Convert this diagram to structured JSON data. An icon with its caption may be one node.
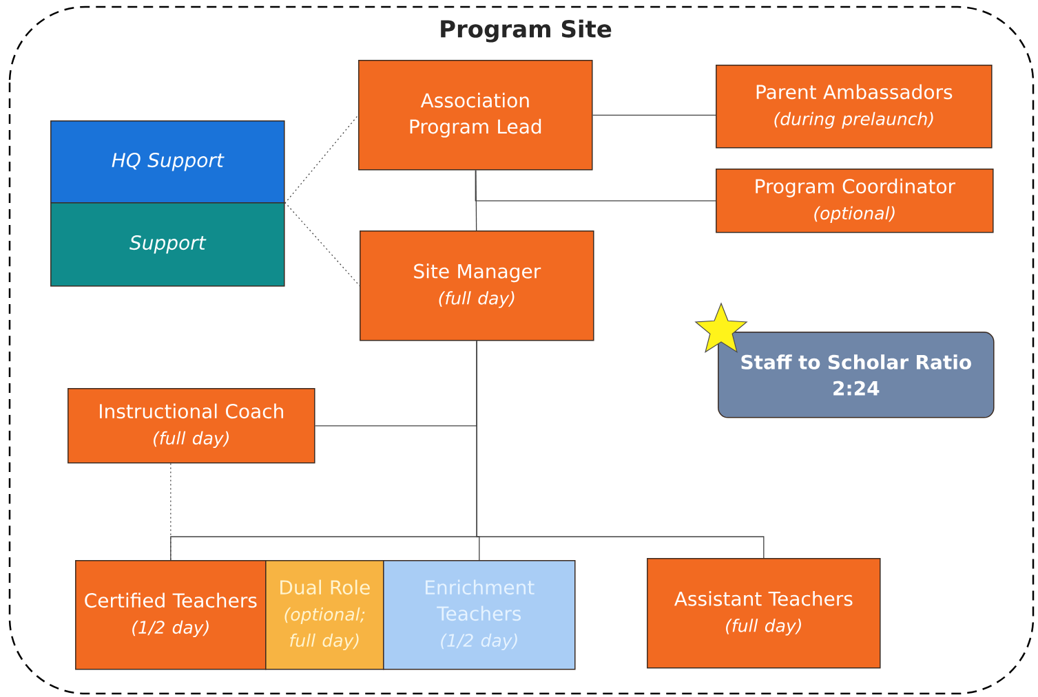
{
  "diagram": {
    "nodes": [
      {
        "text": [
          "Program Site"
        ]
      },
      {
        "text": [
          "Association Program Lead"
        ],
        "in": 0
      },
      {
        "text": [
          "Parent Ambassadors",
          "(during prelaunch)"
        ],
        "in": 0
      },
      {
        "text": [
          "HQ Support"
        ],
        "in": 0
      },
      {
        "text": [
          "Support"
        ],
        "in": 0
      },
      {
        "text": [
          "Program Coordinator",
          "(optional)"
        ],
        "in": 0
      },
      {
        "text": [
          "Site Manager",
          "(full day)"
        ],
        "in": 0
      },
      {
        "text": [
          "Staff to Scholar Ratio",
          "2:24"
        ],
        "in": 0
      },
      {
        "text": [
          "Instructional Coach",
          "(full day)"
        ],
        "in": 0
      },
      {
        "text": [
          "Certified Teachers",
          "(1/2 day)"
        ],
        "in": 0
      },
      {
        "text": [
          "Dual Role",
          "(optional; full day)"
        ],
        "in": 0
      },
      {
        "text": [
          "Enrichment Teachers",
          "(1/2 day)"
        ],
        "in": 0
      },
      {
        "text": [
          "Assistant Teachers",
          "(full day)"
        ],
        "in": 0
      }
    ],
    "edges": [
      {
        "from": 1,
        "to": 2,
        "arrow": "none"
      },
      {
        "from": 1,
        "to": 6,
        "arrow": "none"
      },
      {
        "from": 1,
        "to": 5,
        "arrow": "none"
      },
      {
        "from": 3,
        "to": 1,
        "arrow": "none",
        "style": "dashed"
      },
      {
        "from": 4,
        "to": 6,
        "arrow": "none",
        "style": "dashed"
      },
      {
        "from": 6,
        "to": 8,
        "arrow": "none"
      },
      {
        "from": 6,
        "to": 9,
        "arrow": "none"
      },
      {
        "from": 6,
        "to": 11,
        "arrow": "none"
      },
      {
        "from": 6,
        "to": 12,
        "arrow": "none"
      },
      {
        "from": 8,
        "to": 9,
        "arrow": "none",
        "style": "dashed"
      }
    ]
  }
}
